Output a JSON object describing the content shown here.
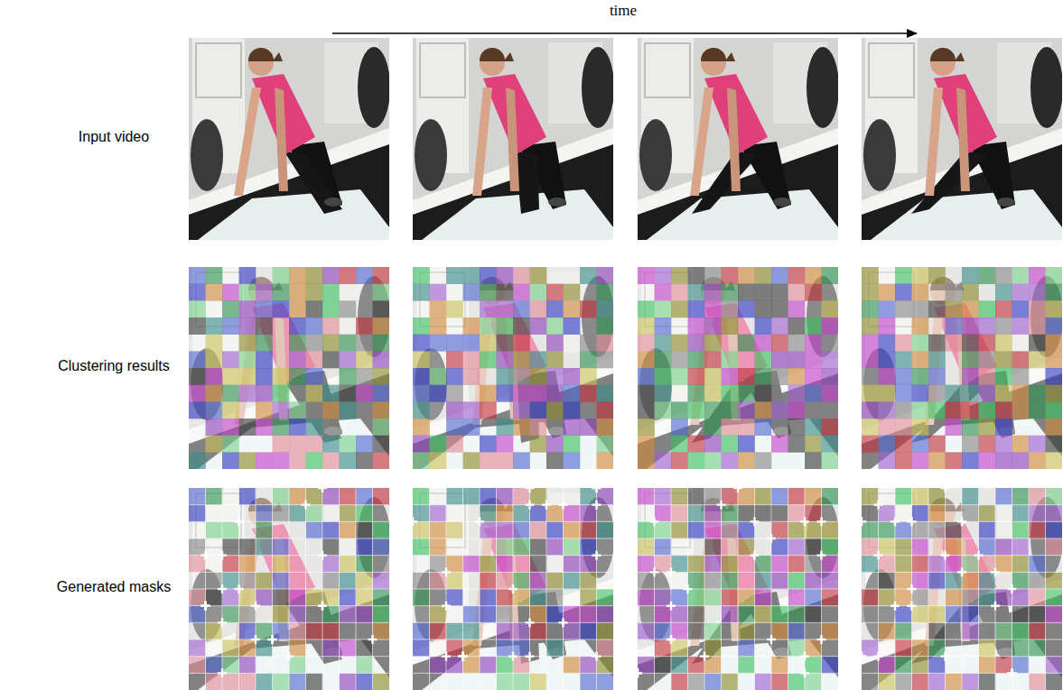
{
  "diagram": {
    "labels": [
      "time",
      "Input video",
      "Clustering results",
      "Generated masks"
    ]
  }
}
